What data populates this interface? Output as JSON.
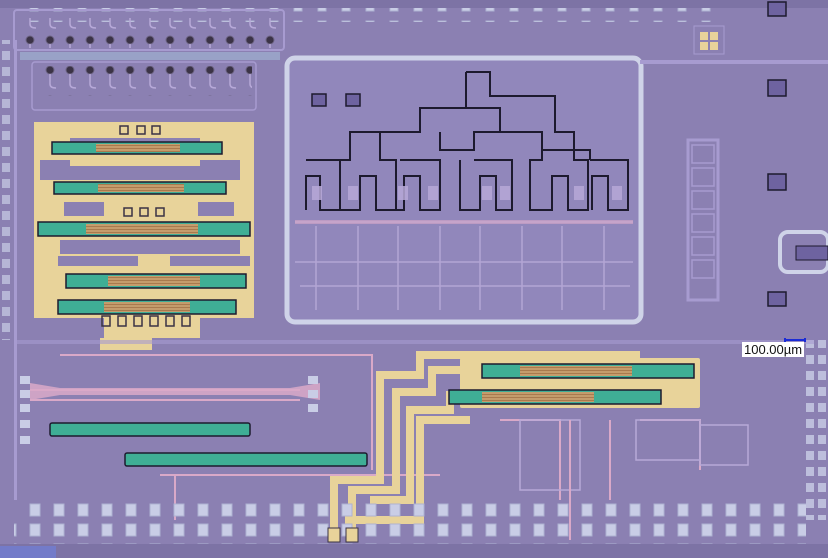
{
  "image": {
    "kind": "optical microscope micrograph of photonic integrated circuit die",
    "colors": {
      "substrate": "#8b80b2",
      "metal_gold": "#e8d39a",
      "waveguide_light": "#b7a9d8",
      "pad": "#c9cde6",
      "heater_teal": "#3fae95",
      "trace_pink": "#d9a9c8",
      "outline_dark": "#1d1a2e",
      "frame_light": "#cfd3e8"
    }
  },
  "scale_bar": {
    "label": "100.00µm",
    "bar_color": "#1a2bd6"
  },
  "regions": {
    "top_left_grating_array": {
      "rows": 2,
      "couplers_row1": 13,
      "couplers_row2": 10
    },
    "left_modulator_block": {
      "modulator_count": 5,
      "background": "#e8d39a"
    },
    "center_splitter_tree": {
      "stages": 3,
      "outputs": 8
    },
    "bottom_left_heaters": {
      "heater_count": 2
    },
    "bottom_center_modulators": {
      "modulator_count": 2
    },
    "bottom_pad_rows": {
      "rows": 2
    }
  }
}
